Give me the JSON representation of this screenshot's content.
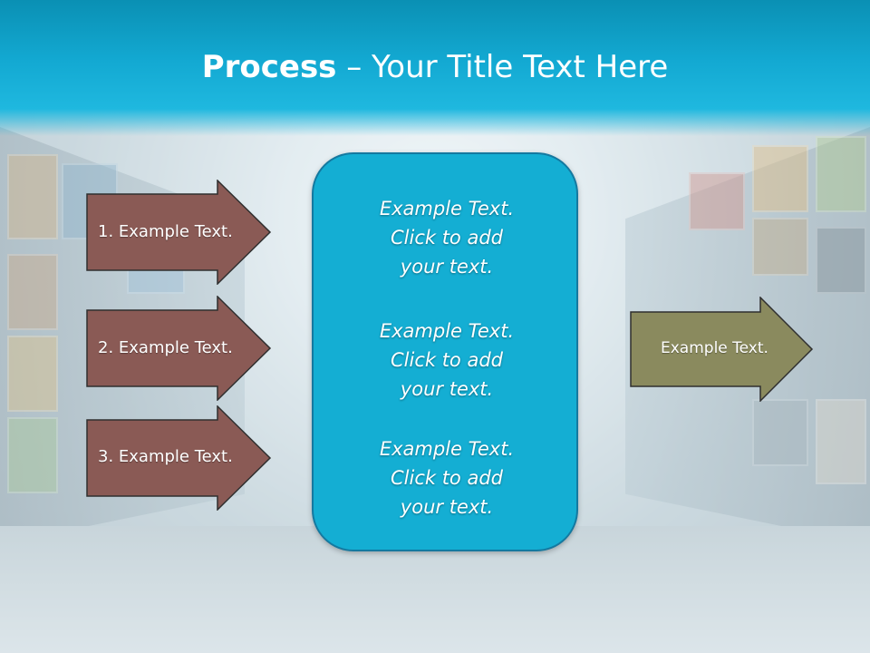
{
  "slide": {
    "title_bold": "Process",
    "title_rest": " – Your Title Text Here",
    "left_arrows": [
      {
        "label": "1. Example Text."
      },
      {
        "label": "2. Example Text."
      },
      {
        "label": "3. Example Text."
      }
    ],
    "center_blocks": [
      {
        "text": "Example Text.\nClick  to add\nyour text."
      },
      {
        "text": "Example Text.\nClick  to add\nyour text."
      },
      {
        "text": "Example Text.\nClick  to add\nyour text."
      }
    ],
    "right_arrow": {
      "label": "Example Text."
    }
  },
  "colors": {
    "title_band": "#13a9d2",
    "left_arrow_fill": "#8a5a55",
    "right_arrow_fill": "#8a8a5e",
    "center_box_fill": "#14aed3",
    "text": "#ffffff"
  }
}
